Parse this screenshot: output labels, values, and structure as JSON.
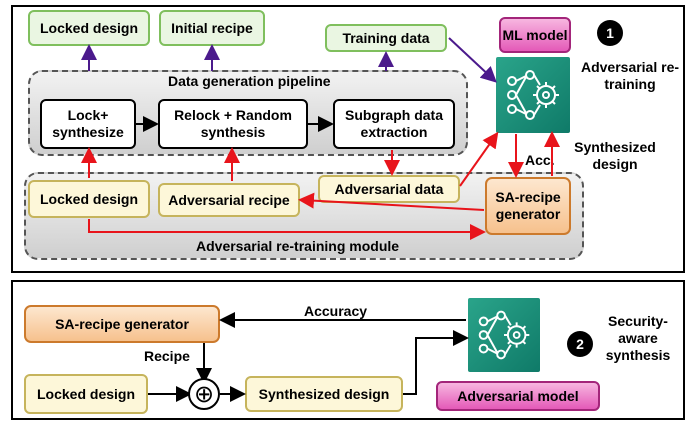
{
  "top": {
    "locked_design": "Locked design",
    "initial_recipe": "Initial recipe",
    "training_data": "Training data",
    "ml_model": "ML model",
    "pipeline_title": "Data generation pipeline",
    "lock_synth": "Lock+ synthesize",
    "relock": "Relock + Random synthesis",
    "subgraph": "Subgraph data extraction",
    "step_number": "1",
    "adv_retraining": "Adversarial re-training",
    "acc": "Acc.",
    "synthesized_design": "Synthesized design",
    "locked_design_2": "Locked design",
    "adversarial_recipe": "Adversarial recipe",
    "adversarial_data": "Adversarial data",
    "sa_recipe_generator": "SA-recipe generator",
    "module_title": "Adversarial re-training module",
    "ml_icon": "neural-network-gear-icon"
  },
  "bottom": {
    "sa_recipe_generator": "SA-recipe generator",
    "accuracy": "Accuracy",
    "recipe": "Recipe",
    "locked_design": "Locked design",
    "xor": "⊕",
    "synthesized_design": "Synthesized design",
    "adversarial_model": "Adversarial model",
    "step_number": "2",
    "security_aware": "Security-aware synthesis",
    "ml_icon": "neural-network-gear-icon"
  },
  "colors": {
    "purple_arrow": "#4b1a8c",
    "red_arrow": "#e8141b",
    "black_arrow": "#000000"
  }
}
